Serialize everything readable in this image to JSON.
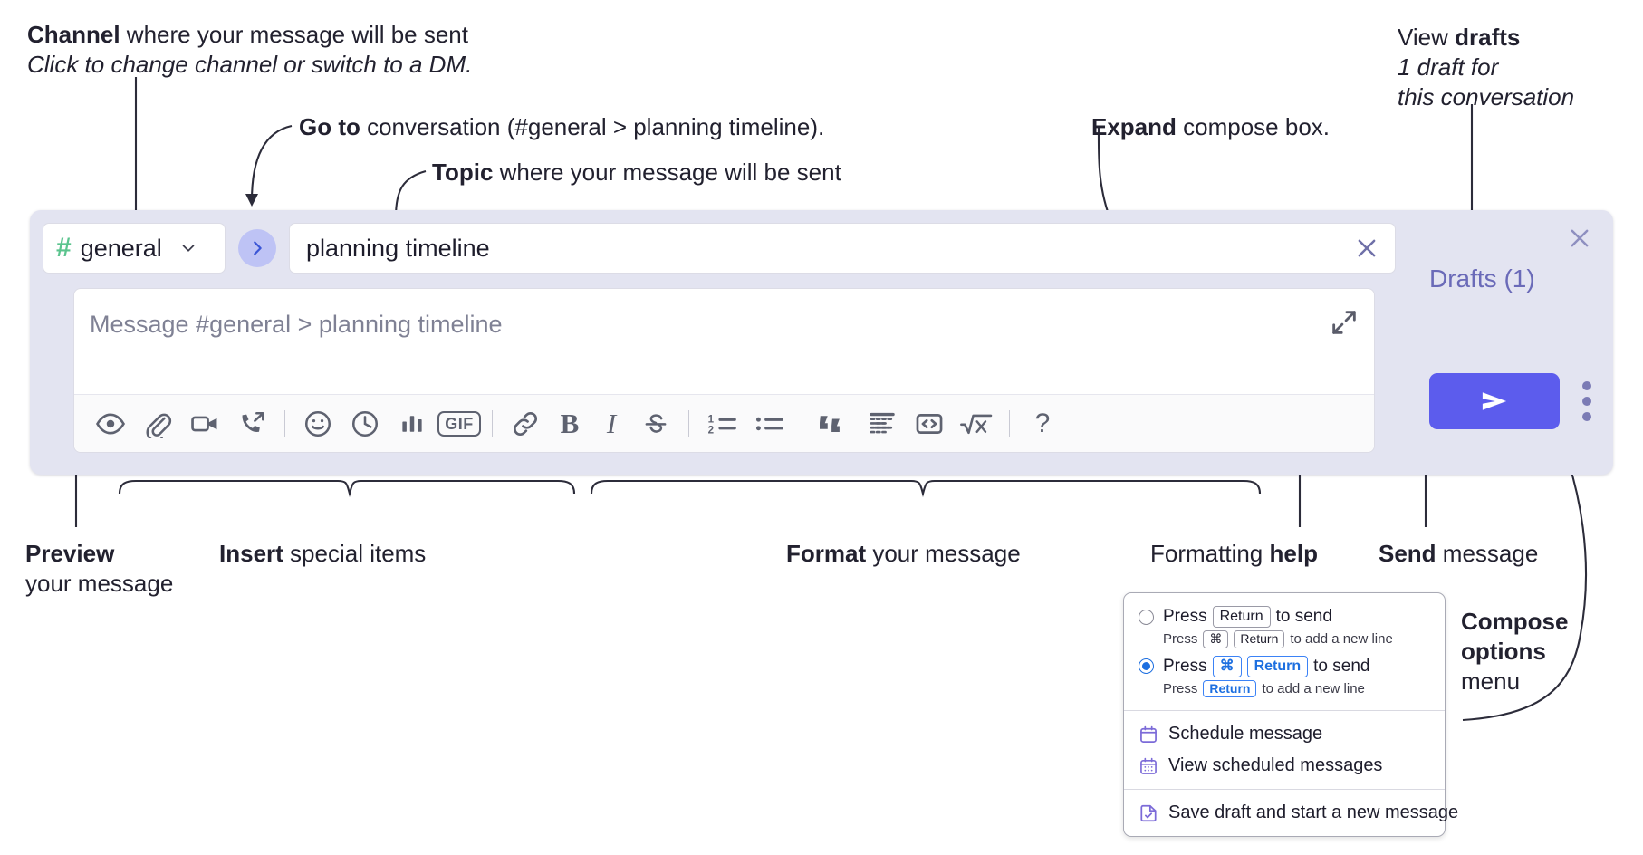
{
  "annotations": {
    "channel": {
      "bold": "Channel",
      "rest": " where your message will be sent",
      "line2": "Click to change channel or switch to a DM."
    },
    "goto": {
      "bold": "Go to",
      "rest": " conversation (#general > planning timeline)."
    },
    "topic": {
      "bold": "Topic",
      "rest": " where your message will be sent"
    },
    "expand": {
      "bold": "Expand",
      "rest": " compose box."
    },
    "drafts": {
      "pre": "View ",
      "bold": "drafts",
      "line2": "1 draft for",
      "line3": "this conversation"
    },
    "preview": {
      "bold": "Preview",
      "line2": "your message"
    },
    "insert": {
      "bold": "Insert",
      "rest": " special items"
    },
    "format": {
      "bold": "Format",
      "rest": " your message"
    },
    "help": {
      "pre": "Formatting ",
      "bold": "help"
    },
    "send": {
      "bold": "Send",
      "rest": " message"
    },
    "compose": {
      "line1": "Compose",
      "line2": "options",
      "line3": "menu"
    }
  },
  "composer": {
    "channel_name": "general",
    "hash_symbol": "#",
    "topic_value": "planning timeline",
    "message_placeholder": "Message #general > planning timeline",
    "drafts_label": "Drafts (1)",
    "accent_color": "#5c5ced",
    "panel_color": "#e3e4f1",
    "hash_color": "#5bc48e",
    "goto_button_color": "#bec3f5",
    "toolbar": [
      {
        "name": "preview-icon",
        "type": "eye"
      },
      {
        "name": "attachment-icon",
        "type": "paperclip"
      },
      {
        "name": "video-clip-icon",
        "type": "video"
      },
      {
        "name": "audio-clip-icon",
        "type": "phone"
      },
      {
        "name": "divider",
        "type": "sep"
      },
      {
        "name": "emoji-icon",
        "type": "smiley"
      },
      {
        "name": "reminder-clock-icon",
        "type": "clock"
      },
      {
        "name": "poll-icon",
        "type": "bars"
      },
      {
        "name": "gif-icon",
        "type": "gif",
        "label": "GIF"
      },
      {
        "name": "divider",
        "type": "sep"
      },
      {
        "name": "link-icon",
        "type": "link"
      },
      {
        "name": "bold-icon",
        "type": "bold",
        "label": "B"
      },
      {
        "name": "italic-icon",
        "type": "italic",
        "label": "I"
      },
      {
        "name": "strikethrough-icon",
        "type": "strike"
      },
      {
        "name": "divider",
        "type": "sep"
      },
      {
        "name": "ordered-list-icon",
        "type": "ol"
      },
      {
        "name": "bulleted-list-icon",
        "type": "ul"
      },
      {
        "name": "divider",
        "type": "sep"
      },
      {
        "name": "blockquote-icon",
        "type": "quote"
      },
      {
        "name": "code-block-icon",
        "type": "codeblock"
      },
      {
        "name": "inline-code-icon",
        "type": "code"
      },
      {
        "name": "math-icon",
        "type": "math"
      },
      {
        "name": "divider",
        "type": "sep"
      },
      {
        "name": "formatting-help-icon",
        "type": "help",
        "label": "?"
      }
    ]
  },
  "options_menu": {
    "radios": [
      {
        "selected": false,
        "press": "Press",
        "keys": [
          "Return"
        ],
        "action": "to send",
        "sub_press": "Press",
        "sub_keys": [
          "⌘",
          "Return"
        ],
        "sub_action": "to add a new line"
      },
      {
        "selected": true,
        "press": "Press",
        "keys": [
          "⌘",
          "Return"
        ],
        "action": "to send",
        "sub_press": "Press",
        "sub_keys": [
          "Return"
        ],
        "sub_action": "to add a new line"
      }
    ],
    "items": [
      {
        "label": "Schedule message",
        "icon": "calendar-icon"
      },
      {
        "label": "View scheduled messages",
        "icon": "calendar-grid-icon"
      },
      {
        "label": "Save draft and start a new message",
        "icon": "document-check-icon"
      }
    ]
  }
}
